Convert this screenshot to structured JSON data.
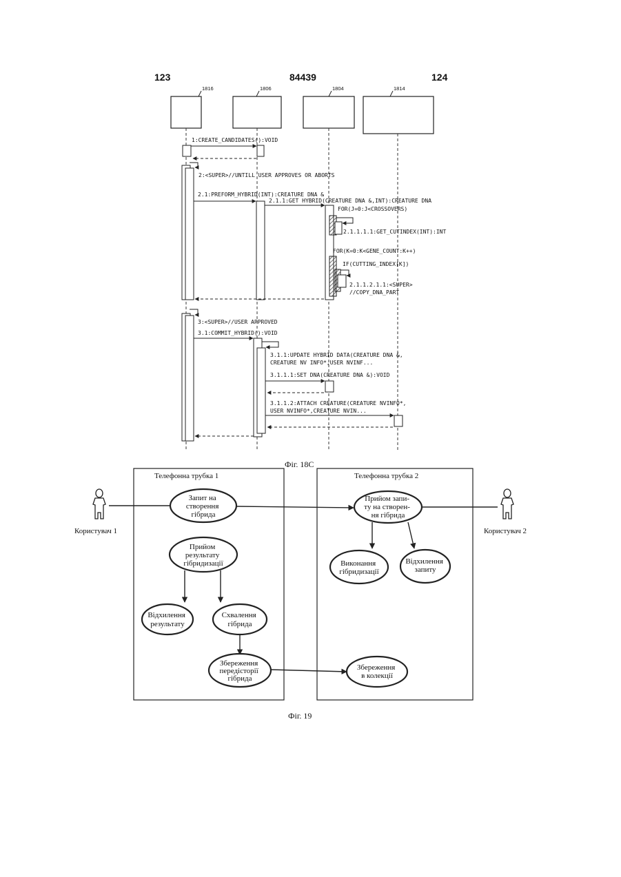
{
  "header": {
    "left": "123",
    "center": "84439",
    "right": "124"
  },
  "sequence": {
    "objects": [
      "1816",
      "1806",
      "1804",
      "1814"
    ],
    "messages": {
      "m1": "1:CREATE_CANDIDATES():VOID",
      "m2": "2:<SUPER>//UNTILL USER APPROVES OR ABORTS",
      "m21": "2.1:PREFORM_HYBRID(INT):CREATURE DNA &",
      "m211": "2.1.1:GET HYBRID(CREATURE DNA &,INT):CREATURE DNA",
      "for1": "FOR(J=0:J<CROSSOVERS)",
      "m2111": "2.1.1.1.1:GET_CUTINDEX(INT):INT",
      "for2": "FOR(K=0:K<GENE_COUNT:K++)",
      "if1": "IF(CUTTING_INDEX[K])",
      "m2112a": "2.1.1.2.1.1:<SUPER>",
      "m2112b": "//COPY_DNA_PART",
      "m3": "3:<SUPER>//USER APPROVED",
      "m31": "3.1:COMMIT_HYBRID():VOID",
      "m311a": "3.1.1:UPDATE HYBRID DATA(CREATURE DNA &,",
      "m311b": "CREATURE NV INFO*,USER NVINF...",
      "m3111": "3.1.1.1:SET DNA(CREATURE DNA &):VOID",
      "m3112a": "3.1.1.2:ATTACH CREATURE(CREATURE NVINFO*,",
      "m3112b": "USER NVINFO*,CREATURE NVIN..."
    },
    "caption": "Фіг. 18С"
  },
  "usecase": {
    "handset1": "Телефонна трубка 1",
    "handset2": "Телефонна трубка 2",
    "user1": "Користувач 1",
    "user2": "Користувач 2",
    "uc_request": [
      "Запит на",
      "створення",
      "гібрида"
    ],
    "uc_receive_result": [
      "Прийом",
      "результату",
      "гібридизації"
    ],
    "uc_reject_result": [
      "Відхилення",
      "результату"
    ],
    "uc_approve": [
      "Схвалення",
      "гібрида"
    ],
    "uc_save_history": [
      "Збереження",
      "передісторії",
      "гібрида"
    ],
    "uc_receive_request": [
      "Прийом запи-",
      "ту на створен-",
      "ня гібрида"
    ],
    "uc_perform": [
      "Виконання",
      "гібридизації"
    ],
    "uc_reject_request": [
      "Відхилення",
      "запиту"
    ],
    "uc_save_collection": [
      "Збереження",
      "в колекції"
    ],
    "caption": "Фіг. 19"
  }
}
